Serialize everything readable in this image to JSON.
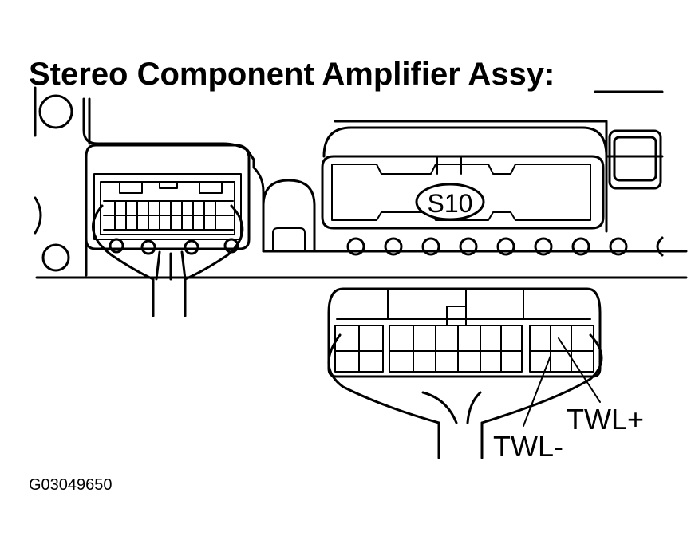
{
  "title": "Stereo Component Amplifier Assy:",
  "connector_label": "S10",
  "pins": {
    "twl_plus": "TWL+",
    "twl_minus": "TWL-"
  },
  "figure_code": "G03049650",
  "colors": {
    "line": "#000000",
    "background": "#ffffff"
  }
}
